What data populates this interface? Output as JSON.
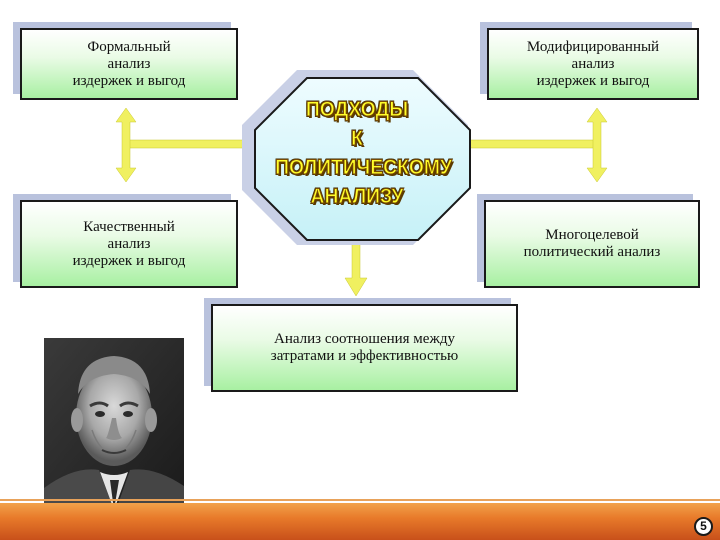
{
  "diagram": {
    "center_title_lines": [
      "ПОДХОДЫ",
      "К ПОЛИТИЧЕСКОМУ",
      "АНАЛИЗУ"
    ],
    "boxes": {
      "formal": "Формальный\nанализ\nиздержек и выгод",
      "modified": "Модифицированный\nанализ\nиздержек и выгод",
      "qualitative": "Качественный\nанализ\nиздержек и выгод",
      "multi_objective": "Многоцелевой\nполитический анализ",
      "cost_effectiveness": "Анализ соотношения между\nзатратами и эффективностью"
    }
  },
  "colors": {
    "octagon_fill": "#d8f7fb",
    "arrow_color": "#f0f060",
    "title_color": "#ffff2a",
    "footer_color": "#e87a2a"
  },
  "footer": {
    "page_number": "5"
  }
}
